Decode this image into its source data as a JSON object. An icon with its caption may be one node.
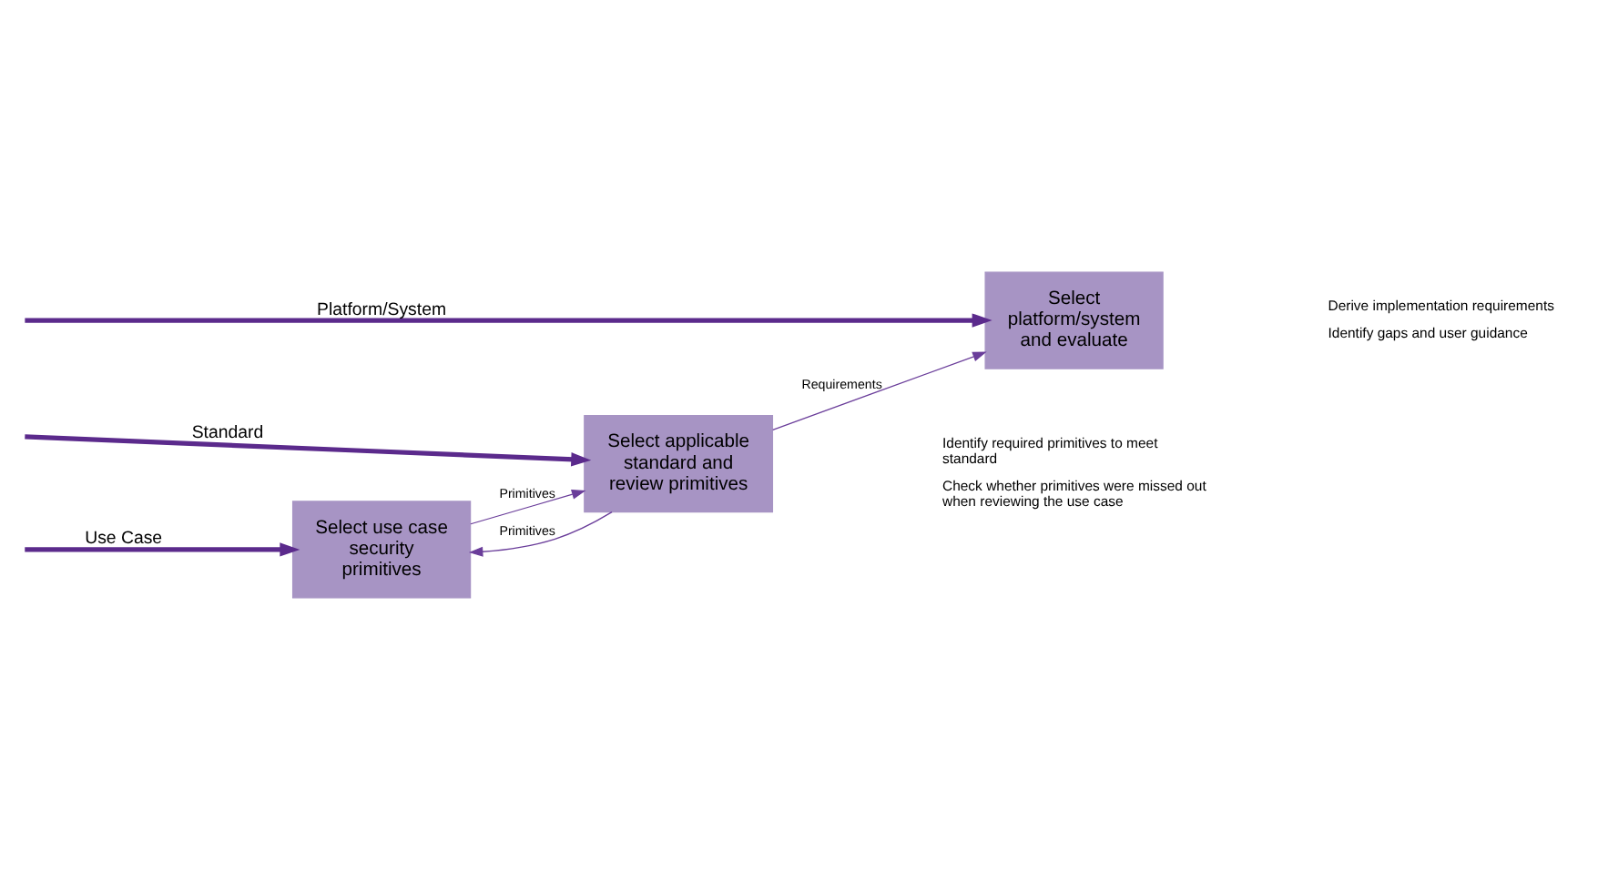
{
  "diagram": {
    "nodes": [
      {
        "text": [
          "Select use case security primitives"
        ]
      },
      {
        "text": [
          "Select applicable standard and review primitives"
        ],
        "beside": [
          "Identify required primitives to meet standard",
          "Check whether primitives were missed out when reviewing the use case"
        ]
      },
      {
        "text": [
          "Select platform/system and evaluate"
        ],
        "beside": [
          "Derive implementation requirements",
          "Identify gaps and user guidance"
        ]
      }
    ],
    "edges": [
      {
        "from": null,
        "to": 0,
        "arrow": "to",
        "label": "Use Case",
        "style": "thick"
      },
      {
        "from": null,
        "to": 1,
        "arrow": "to",
        "label": "Standard",
        "style": "thick"
      },
      {
        "from": null,
        "to": 2,
        "arrow": "to",
        "label": "Platform/System",
        "style": "thick"
      },
      {
        "from": 0,
        "to": 1,
        "arrow": "to",
        "label": "Primitives"
      },
      {
        "from": 1,
        "to": 0,
        "arrow": "to",
        "label": "Primitives"
      },
      {
        "from": 1,
        "to": 2,
        "arrow": "to",
        "label": "Requirements"
      }
    ]
  }
}
